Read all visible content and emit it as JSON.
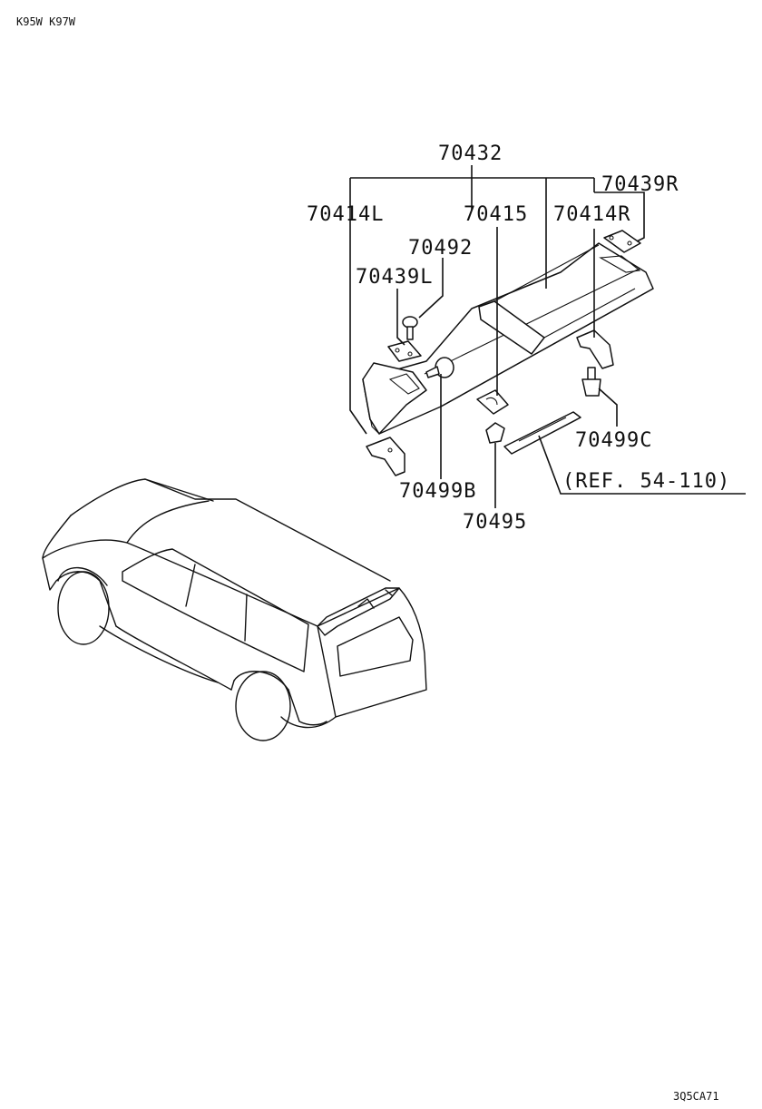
{
  "header": {
    "model_codes": "K95W K97W"
  },
  "footer": {
    "diagram_code": "3Q5CA71"
  },
  "callouts": {
    "spoiler_assembly": "70432",
    "pad_right_upper": "70439R",
    "bracket_left": "70414L",
    "center_pad": "70415",
    "bracket_right": "70414R",
    "screw": "70492",
    "pad_left_upper": "70439L",
    "clip_c": "70499C",
    "clip_b": "70499B",
    "nut": "70495",
    "reference": "(REF. 54-110)"
  }
}
